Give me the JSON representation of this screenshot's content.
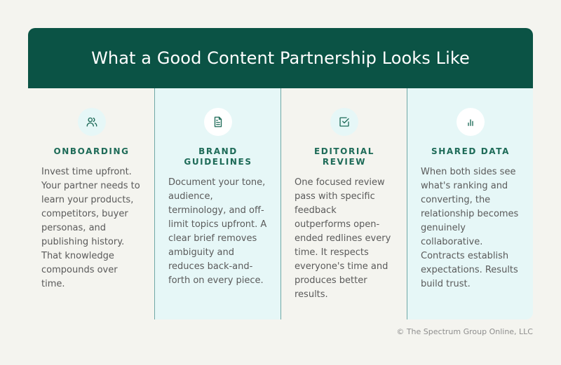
{
  "header": {
    "title": "What a Good Content Partnership Looks Like"
  },
  "columns": [
    {
      "icon": "users-icon",
      "title": "ONBOARDING",
      "body": "Invest time upfront. Your partner needs to learn your products, competitors, buyer personas, and publishing history. That knowledge compounds over time."
    },
    {
      "icon": "document-icon",
      "title": "BRAND GUIDELINES",
      "body": "Document your tone, audience, terminology, and off-limit topics upfront. A clear brief removes ambiguity and reduces back-and-forth on every piece."
    },
    {
      "icon": "checkbox-icon",
      "title": "EDITORIAL REVIEW",
      "body": "One focused review pass with specific feedback outperforms open-ended redlines every time. It respects everyone's time and produces better results."
    },
    {
      "icon": "bar-chart-icon",
      "title": "SHARED DATA",
      "body": "When both sides see what's ranking and converting, the relationship becomes genuinely collaborative. Contracts establish expectations. Results build trust."
    }
  ],
  "footer": {
    "copyright": "© The Spectrum Group Online, LLC"
  },
  "colors": {
    "header_bg": "#0b5345",
    "accent_text": "#1e6b58",
    "alt_column_bg": "#e6f7f7",
    "page_bg": "#f4f4ef",
    "divider": "#6fa8a5"
  }
}
